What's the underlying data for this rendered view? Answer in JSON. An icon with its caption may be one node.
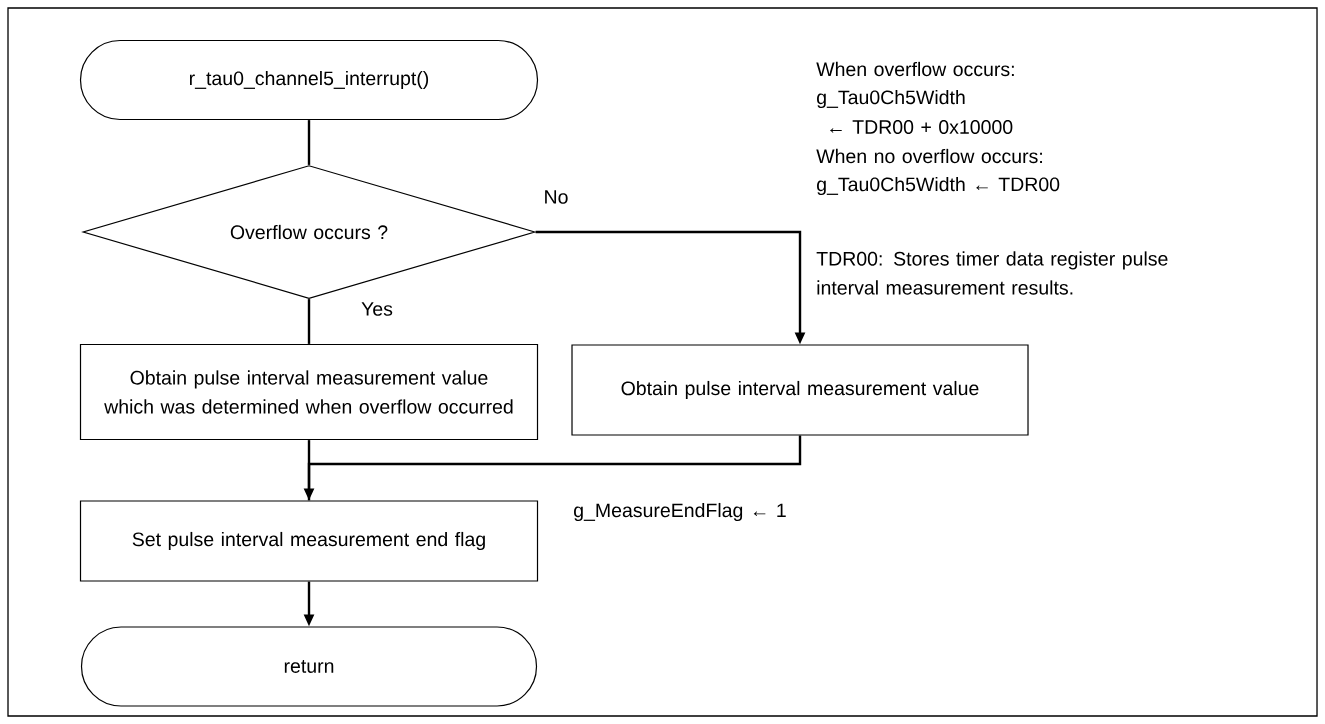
{
  "diagram": {
    "nodes": [
      {
        "text": [
          "r_tau0_channel5_interrupt()"
        ]
      },
      {
        "text": [
          "Overflow occurs ?"
        ]
      },
      {
        "text": [
          "Obtain pulse interval measurement value which was determined when overflow occurred"
        ]
      },
      {
        "text": [
          "Obtain pulse interval measurement value"
        ]
      },
      {
        "text": [
          "Set pulse interval measurement end flag"
        ]
      },
      {
        "text": [
          "return"
        ]
      }
    ],
    "edges": [
      {
        "from": 0,
        "to": 1,
        "arrow": "none"
      },
      {
        "from": 1,
        "to": 2,
        "arrow": "none",
        "label": "Yes"
      },
      {
        "from": 1,
        "to": 3,
        "arrow": "to",
        "label": "No"
      },
      {
        "from": 2,
        "to": 4,
        "arrow": "none"
      },
      {
        "from": 3,
        "to": 4,
        "arrow": "to"
      },
      {
        "from": 4,
        "to": 5,
        "arrow": "to"
      }
    ],
    "labels": [
      "When overflow occurs:",
      "g_Tau0Ch5Width",
      "← TDR00 + 0x10000",
      "When no overflow occurs:",
      "g_Tau0Ch5Width ← TDR00",
      "TDR00: Stores timer data register pulse interval measurement results.",
      "g_MeasureEndFlag ← 1"
    ]
  }
}
